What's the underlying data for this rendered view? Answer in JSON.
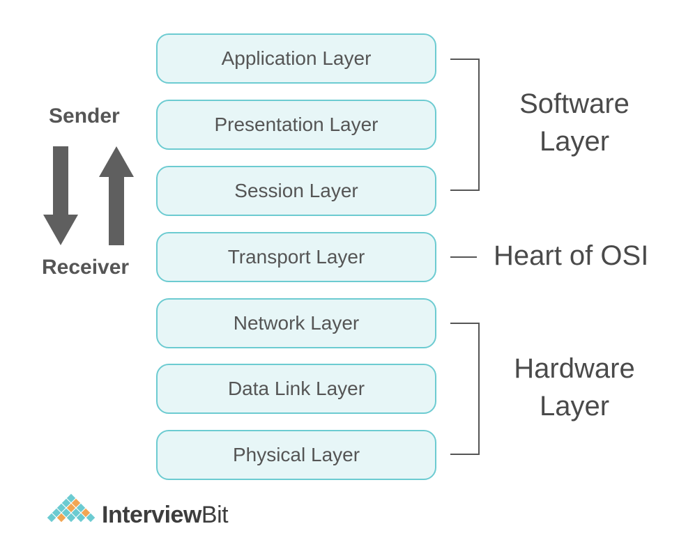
{
  "layers": [
    "Application Layer",
    "Presentation Layer",
    "Session Layer",
    "Transport Layer",
    "Network Layer",
    "Data Link Layer",
    "Physical Layer"
  ],
  "direction": {
    "sender": "Sender",
    "receiver": "Receiver"
  },
  "groups": {
    "software_line1": "Software",
    "software_line2": "Layer",
    "heart": "Heart of OSI",
    "hardware_line1": "Hardware",
    "hardware_line2": "Layer"
  },
  "brand": {
    "name_bold": "Interview",
    "name_regular": "Bit"
  },
  "colors": {
    "box_fill": "#e7f6f7",
    "box_border": "#6ccbd1",
    "text": "#555555",
    "arrow": "#5f5f5f"
  }
}
